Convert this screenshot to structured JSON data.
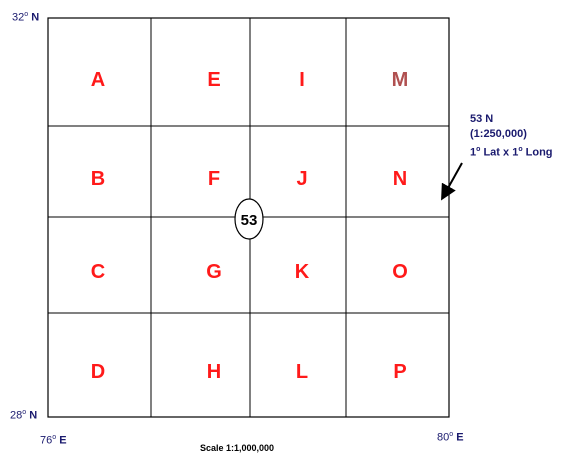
{
  "corners": {
    "top_left": {
      "value": "32",
      "sup": "o",
      "suffix": " N"
    },
    "bottom_left": {
      "value": "28",
      "sup": "o",
      "suffix": " N"
    },
    "bottom_left_long": {
      "value": "76",
      "sup": "o",
      "suffix": " E"
    },
    "bottom_right_long": {
      "value": "80",
      "sup": "o",
      "suffix": " E"
    }
  },
  "grid": {
    "letters": [
      "A",
      "E",
      "I",
      "M",
      "B",
      "F",
      "J",
      "N",
      "C",
      "G",
      "K",
      "O",
      "D",
      "H",
      "L",
      "P"
    ],
    "letter_color": "#ff1a1a",
    "highlight_letter": "M",
    "highlight_color": "#b05050"
  },
  "center_label": "53",
  "annotation": {
    "line1": "53 N",
    "line2": "(1:250,000)",
    "line3_a": "1",
    "line3_sup_a": "o",
    "line3_b": " Lat x 1",
    "line3_sup_b": "o",
    "line3_c": " Long"
  },
  "scale": "Scale 1:1,000,000"
}
